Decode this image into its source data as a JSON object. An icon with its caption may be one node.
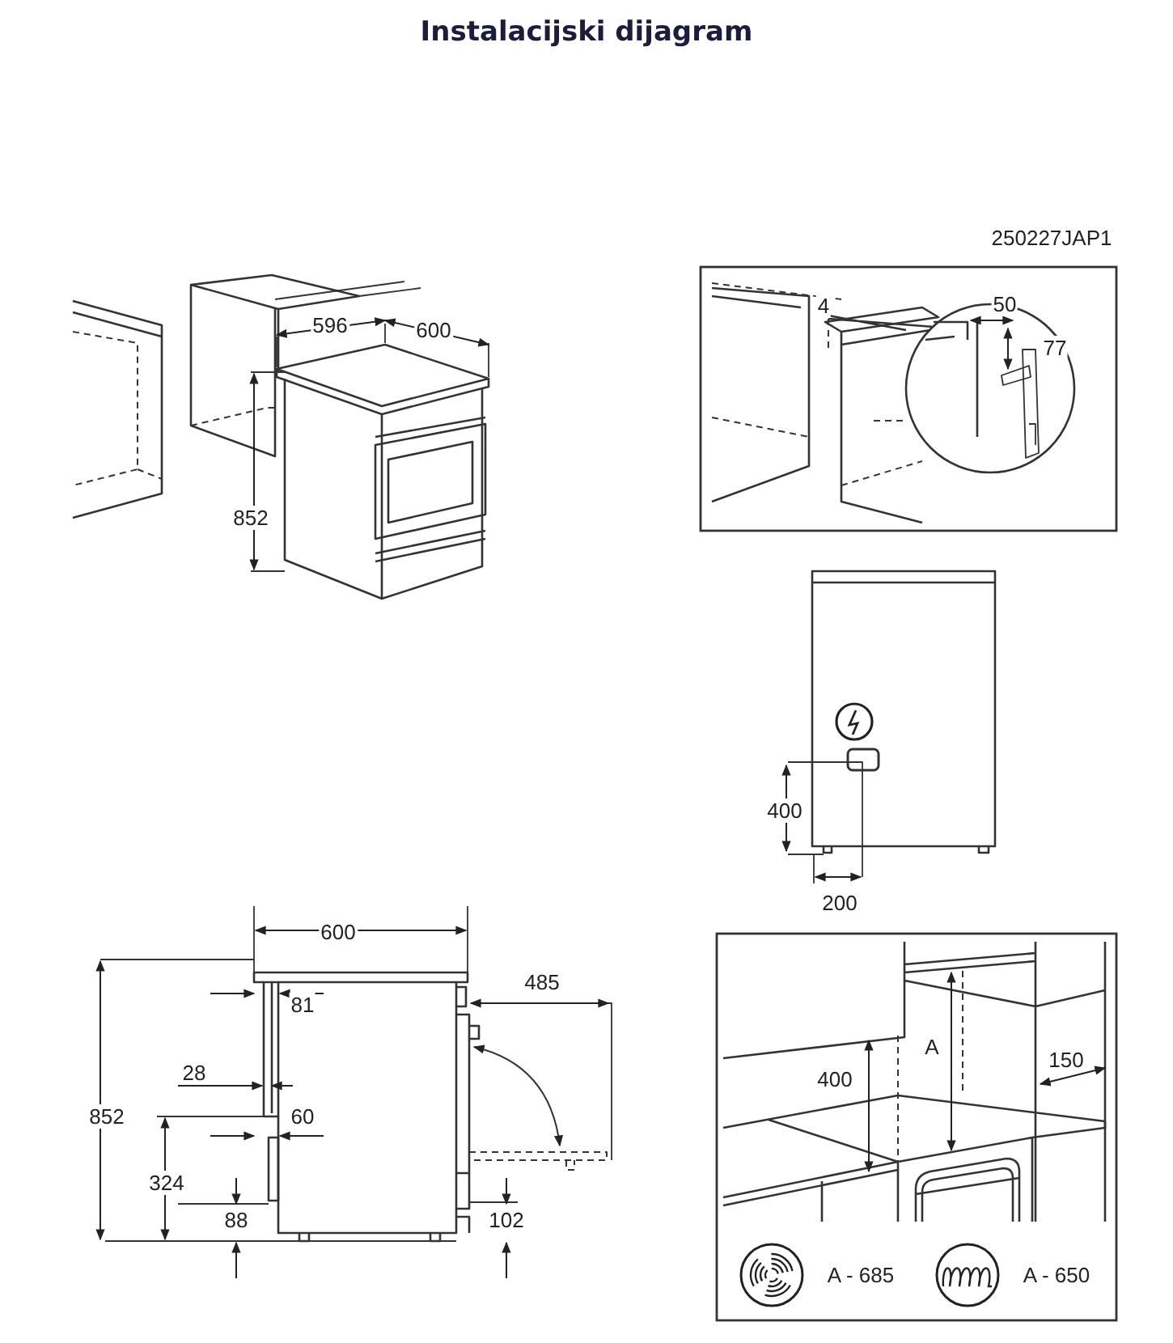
{
  "diagram": {
    "title": "Instalacijski dijagram",
    "labels": [
      "250227JAP1",
      "596",
      "600",
      "4",
      "50",
      "77",
      "852",
      "400",
      "200",
      "600",
      "485",
      "81",
      "28",
      "852",
      "60",
      "324",
      "88",
      "102",
      "A",
      "400",
      "150",
      "A - 685",
      "A - 650"
    ]
  }
}
